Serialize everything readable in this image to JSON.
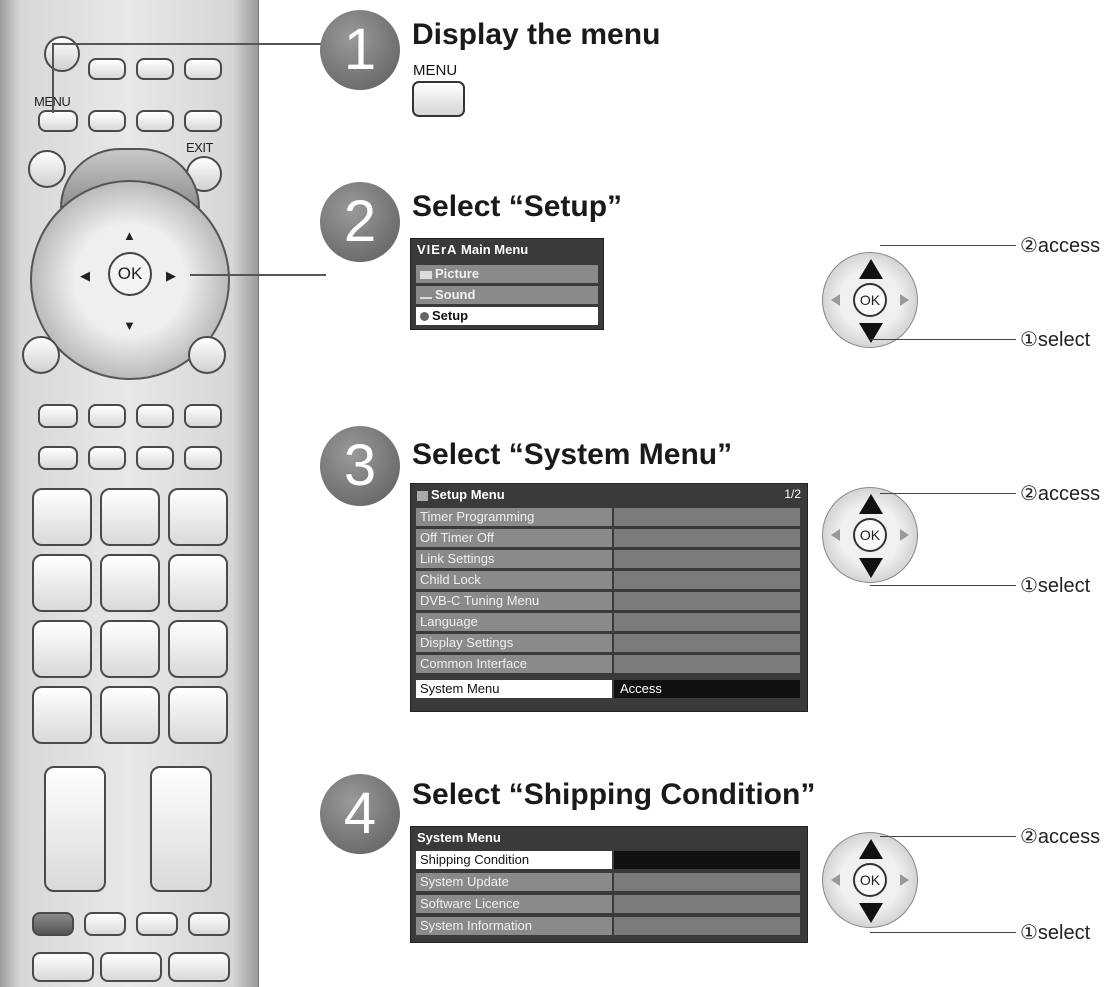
{
  "remote": {
    "menu_label": "MENU",
    "exit_label": "EXIT",
    "ok_label": "OK",
    "arrows": {
      "up": "▲",
      "down": "▼",
      "left": "◀",
      "right": "▶"
    }
  },
  "steps": [
    {
      "number": "1",
      "title": "Display the menu",
      "key_label": "MENU"
    },
    {
      "number": "2",
      "title": "Select “Setup”"
    },
    {
      "number": "3",
      "title": "Select “System Menu”"
    },
    {
      "number": "4",
      "title": "Select “Shipping Condition”"
    }
  ],
  "main_menu": {
    "title": "Main Menu",
    "brand": "VIErA",
    "items": [
      {
        "label": "Picture"
      },
      {
        "label": "Sound"
      },
      {
        "label": "Setup",
        "selected": true
      }
    ]
  },
  "setup_menu": {
    "title": "Setup Menu",
    "page": "1/2",
    "items": [
      {
        "label": "Timer Programming"
      },
      {
        "label": "Off Timer Off"
      },
      {
        "label": "Link Settings"
      },
      {
        "label": "Child Lock"
      },
      {
        "label": "DVB-C Tuning Menu"
      },
      {
        "label": "Language"
      },
      {
        "label": "Display Settings"
      },
      {
        "label": "Common Interface"
      },
      {
        "label": "System Menu",
        "value": "Access",
        "selected": true
      }
    ]
  },
  "system_menu": {
    "title": "System Menu",
    "items": [
      {
        "label": "Shipping Condition",
        "selected": true
      },
      {
        "label": "System Update"
      },
      {
        "label": "Software Licence"
      },
      {
        "label": "System Information"
      }
    ]
  },
  "nav_pad": {
    "ok_label": "OK",
    "access_label": "②access",
    "select_label": "①select"
  }
}
